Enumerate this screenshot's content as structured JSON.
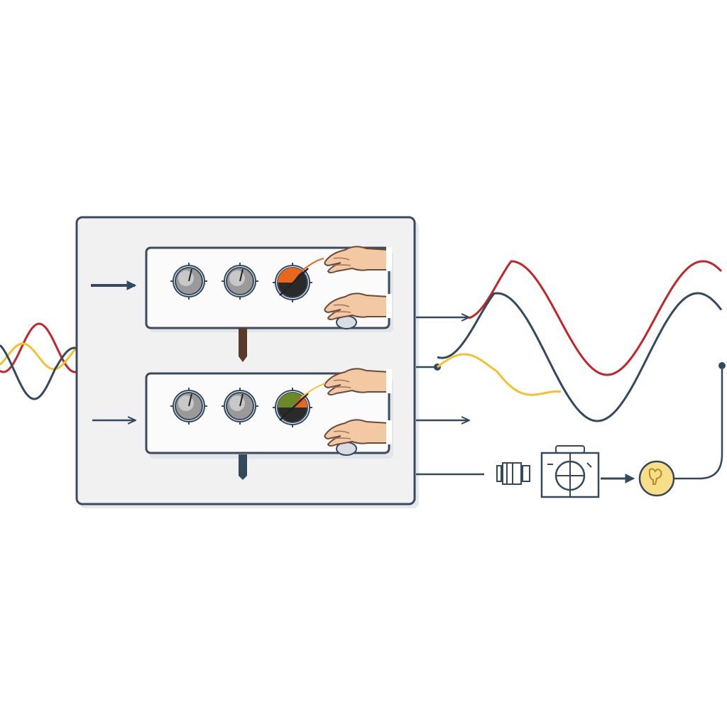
{
  "colors": {
    "navy": "#34495e",
    "red": "#c0262a",
    "yellow": "#f2c230",
    "orange": "#e8671c",
    "panel": "#f1f1f1",
    "panel_stroke": "#3b4a5e",
    "module_fill": "#fbfbfb",
    "skin": "#f3c9a4",
    "bulb": "#f7df8a"
  },
  "signals": {
    "input_wave": {
      "series": [
        "red",
        "yellow",
        "navy"
      ],
      "description_visible_text": ""
    },
    "output_wave": {
      "series": [
        "red",
        "navy",
        "yellow"
      ]
    }
  },
  "modules": [
    {
      "knobs": [
        "grey",
        "grey",
        "orange"
      ],
      "hands": 2
    },
    {
      "knobs": [
        "grey",
        "grey",
        "orange-green"
      ],
      "hands": 2
    }
  ],
  "icons": {
    "connector": "connector-icon",
    "meter": "meter-box-icon",
    "bulb": "bulb-icon",
    "hand": "hand-icon",
    "knob": "knob-icon",
    "arrow": "arrow-icon"
  }
}
